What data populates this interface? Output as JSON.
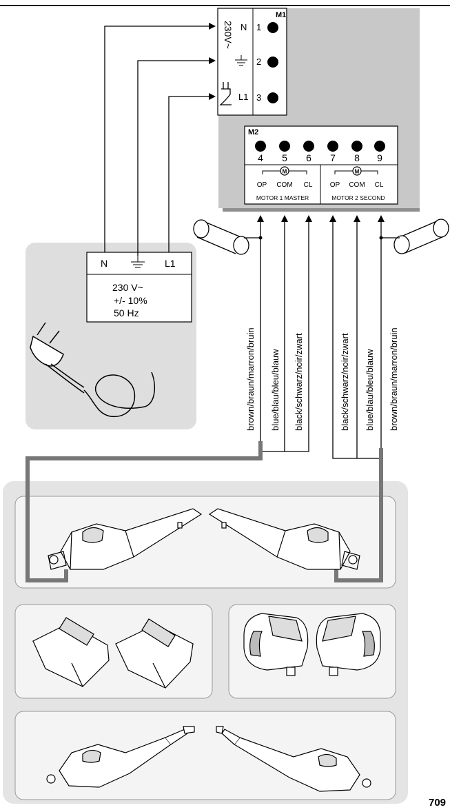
{
  "m1": {
    "title": "M1",
    "voltage_label": "230V~",
    "terminal_labels": [
      "N",
      "L1"
    ],
    "terminal_numbers": [
      "1",
      "2",
      "3"
    ]
  },
  "m2": {
    "title": "M2",
    "terminal_numbers": [
      "4",
      "5",
      "6",
      "7",
      "8",
      "9"
    ],
    "motor1": {
      "op": "OP",
      "com": "COM",
      "cl": "CL",
      "name": "MOTOR 1 MASTER"
    },
    "motor2": {
      "op": "OP",
      "com": "COM",
      "cl": "CL",
      "name": "MOTOR 2 SECOND"
    },
    "motor_symbol": "M"
  },
  "supply": {
    "n_label": "N",
    "l1_label": "L1",
    "voltage": "230 V~",
    "tolerance": "+/- 10%",
    "frequency": "50 Hz"
  },
  "wires": {
    "left": [
      "brown/braun/marron/bruin",
      "blue/blau/bleu/blauw",
      "black/schwarz/noir/zwart"
    ],
    "right": [
      "black/schwarz/noir/zwart",
      "blue/blau/bleu/blauw",
      "brown/braun/marron/bruin"
    ]
  },
  "figure_number": "709"
}
